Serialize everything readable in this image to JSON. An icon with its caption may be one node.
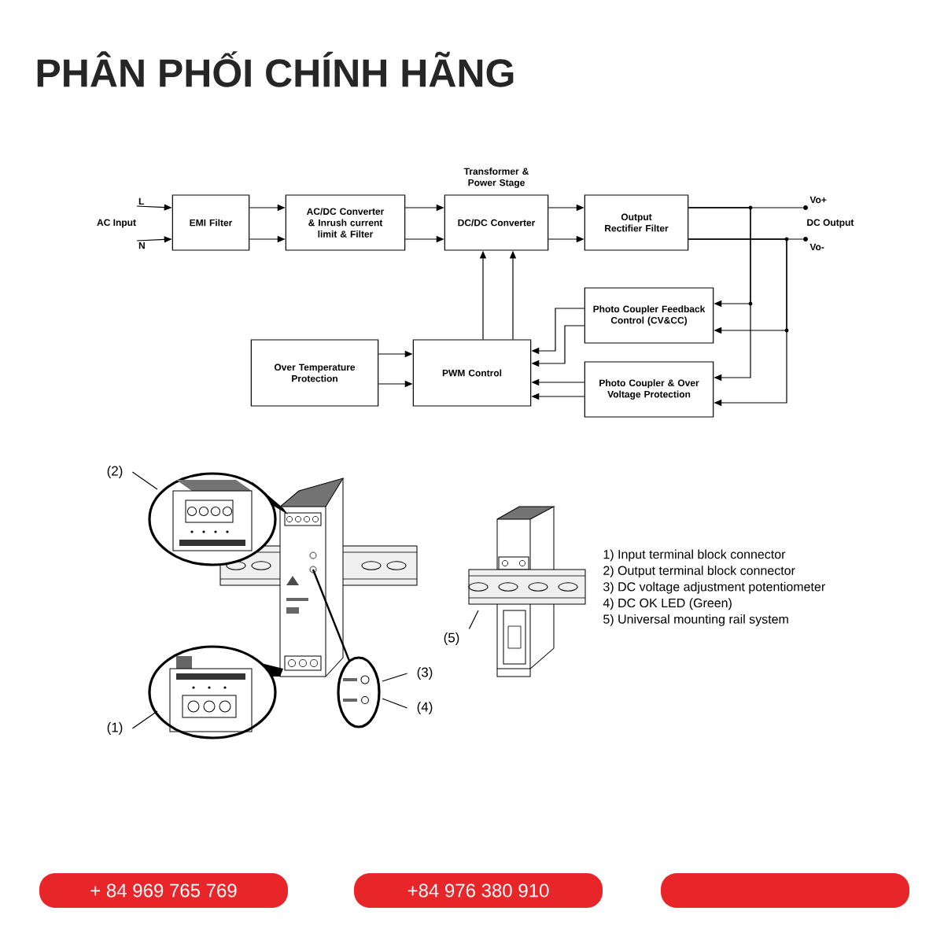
{
  "diagram": {
    "title": "PHÂN PHỐI CHÍNH HÃNG",
    "nodes": [
      {
        "text": [
          "EMI Filter"
        ]
      },
      {
        "text": [
          "AC/DC Converter & Inrush current limit & Filter"
        ]
      },
      {
        "text": [
          "DC/DC Converter"
        ],
        "beside": [
          "Transformer & Power Stage"
        ]
      },
      {
        "text": [
          "Output Rectifier Filter"
        ]
      },
      {
        "text": [
          "Photo Coupler Feedback Control (CV&CC)"
        ]
      },
      {
        "text": [
          "Over Temperature Protection"
        ]
      },
      {
        "text": [
          "PWM Control"
        ]
      },
      {
        "text": [
          "Photo Coupler & Over Voltage Protection"
        ]
      },
      {
        "text": [
          "(2)"
        ]
      },
      {
        "text": [
          "(1)"
        ]
      },
      {
        "text": [
          "(3)"
        ]
      },
      {
        "text": [
          "(4)"
        ]
      },
      {
        "text": [
          "(5)"
        ]
      },
      {
        "text": [
          "+ 84 969 765 769"
        ]
      },
      {
        "text": [
          "+84 976 380 910"
        ]
      },
      {
        "text": [],
        "shape": "box"
      },
      {
        "text": [
          "L"
        ]
      },
      {
        "text": [
          "N"
        ]
      },
      {
        "text": [],
        "shape": "circle"
      },
      {
        "text": [],
        "shape": "circle"
      }
    ],
    "edges": [
      {
        "from": 16,
        "to": 0,
        "arrow": "to"
      },
      {
        "from": 17,
        "to": 0,
        "arrow": "to"
      },
      {
        "from": 0,
        "to": 1,
        "arrow": "to"
      },
      {
        "from": 0,
        "to": 1,
        "arrow": "to"
      },
      {
        "from": 1,
        "to": 2,
        "arrow": "to"
      },
      {
        "from": 1,
        "to": 2,
        "arrow": "to"
      },
      {
        "from": 2,
        "to": 3,
        "arrow": "to"
      },
      {
        "from": 2,
        "to": 3,
        "arrow": "to"
      },
      {
        "from": 3,
        "to": 18,
        "arrow": "none"
      },
      {
        "from": 3,
        "to": 19,
        "arrow": "none"
      },
      {
        "from": 3,
        "to": 4,
        "arrow": "to"
      },
      {
        "from": 3,
        "to": 4,
        "arrow": "to"
      },
      {
        "from": 3,
        "to": 7,
        "arrow": "to"
      },
      {
        "from": 3,
        "to": 7,
        "arrow": "to"
      },
      {
        "from": 6,
        "to": 2,
        "arrow": "to"
      },
      {
        "from": 6,
        "to": 2,
        "arrow": "to"
      },
      {
        "from": 5,
        "to": 6,
        "arrow": "to"
      },
      {
        "from": 5,
        "to": 6,
        "arrow": "to"
      },
      {
        "from": 4,
        "to": 6,
        "arrow": "to"
      },
      {
        "from": 4,
        "to": 6,
        "arrow": "to"
      },
      {
        "from": 7,
        "to": 6,
        "arrow": "to"
      },
      {
        "from": 7,
        "to": 6,
        "arrow": "to"
      },
      {
        "from": 8,
        "to": null,
        "arrow": "none"
      },
      {
        "from": 9,
        "to": null,
        "arrow": "none"
      },
      {
        "from": 10,
        "to": null,
        "arrow": "none"
      },
      {
        "from": 11,
        "to": null,
        "arrow": "none"
      },
      {
        "from": 12,
        "to": null,
        "arrow": "none"
      }
    ],
    "labels": [
      "AC Input",
      "Vo+",
      "DC Output",
      "Vo-",
      "1) Input terminal block connector",
      "2) Output terminal block connector",
      "3) DC voltage adjustment potentiometer",
      "4) DC OK LED (Green)",
      "5) Universal mounting rail system"
    ]
  }
}
